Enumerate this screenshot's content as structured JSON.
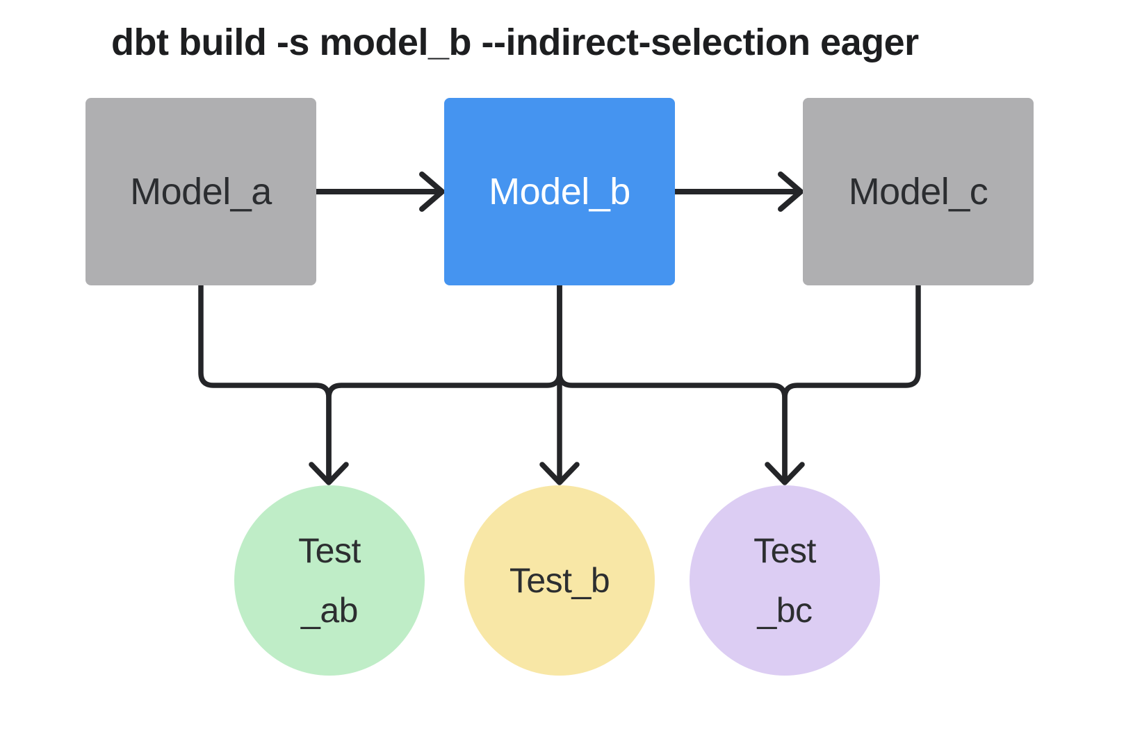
{
  "title": "dbt build -s model_b --indirect-selection eager",
  "models": [
    {
      "id": "model_a",
      "label": "Model_a",
      "fill": "#afafb1",
      "text_color": "#2b2d30",
      "selected": false
    },
    {
      "id": "model_b",
      "label": "Model_b",
      "fill": "#4594f0",
      "text_color": "#ffffff",
      "selected": true
    },
    {
      "id": "model_c",
      "label": "Model_c",
      "fill": "#afafb1",
      "text_color": "#2b2d30",
      "selected": false
    }
  ],
  "tests": [
    {
      "id": "test_ab",
      "lines": [
        "Test",
        "_ab"
      ],
      "fill": "#bfedc7"
    },
    {
      "id": "test_b",
      "lines": [
        "Test_b"
      ],
      "fill": "#f8e7a6"
    },
    {
      "id": "test_bc",
      "lines": [
        "Test",
        "_bc"
      ],
      "fill": "#dccdf3"
    }
  ],
  "edges": [
    {
      "from": "model_a",
      "to": "model_b"
    },
    {
      "from": "model_b",
      "to": "model_c"
    },
    {
      "from": "model_a",
      "to": "test_ab"
    },
    {
      "from": "model_b",
      "to": "test_ab"
    },
    {
      "from": "model_b",
      "to": "test_b"
    },
    {
      "from": "model_b",
      "to": "test_bc"
    },
    {
      "from": "model_c",
      "to": "test_bc"
    }
  ],
  "colors": {
    "background": "#ffffff",
    "line": "#242528",
    "title": "#1d1e20"
  }
}
